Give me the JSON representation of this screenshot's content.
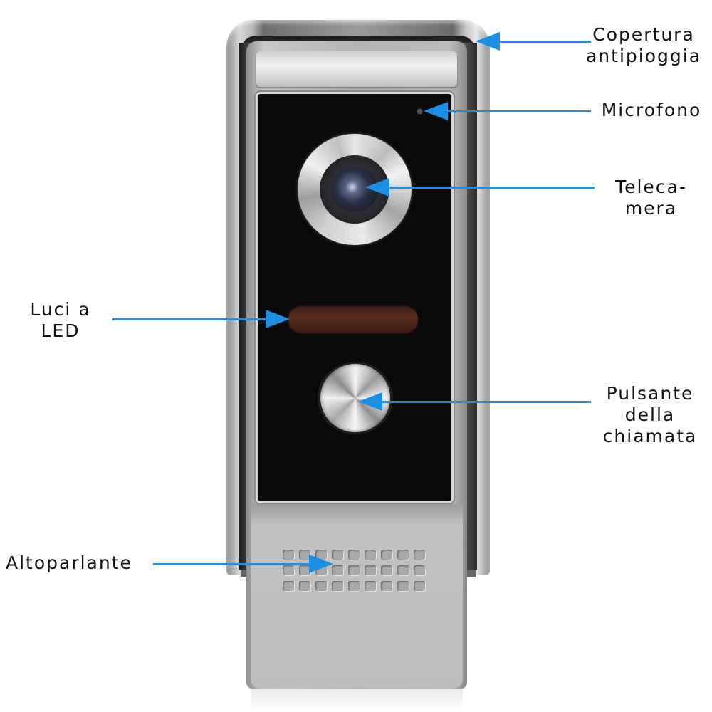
{
  "diagram": {
    "subject": "Video intercom door station",
    "arrow_color": "#1a8fe3",
    "labels": {
      "rain_cover": {
        "line1": "Copertura",
        "line2": "antipioggia"
      },
      "microphone": {
        "line1": "Microfono"
      },
      "camera": {
        "line1": "Teleca-",
        "line2": "mera"
      },
      "led_lights": {
        "line1": "Luci a",
        "line2": "LED"
      },
      "call_button": {
        "line1": "Pulsante",
        "line2": "della",
        "line3": "chiamata"
      },
      "speaker": {
        "line1": "Altoparlante"
      }
    },
    "components": [
      {
        "id": "rain_cover",
        "icon": "rain-cover-icon"
      },
      {
        "id": "microphone",
        "icon": "microphone-hole-icon"
      },
      {
        "id": "camera",
        "icon": "camera-lens-icon"
      },
      {
        "id": "led_lights",
        "icon": "led-strip-icon"
      },
      {
        "id": "call_button",
        "icon": "call-button-icon"
      },
      {
        "id": "speaker",
        "icon": "speaker-grille-icon"
      }
    ]
  }
}
